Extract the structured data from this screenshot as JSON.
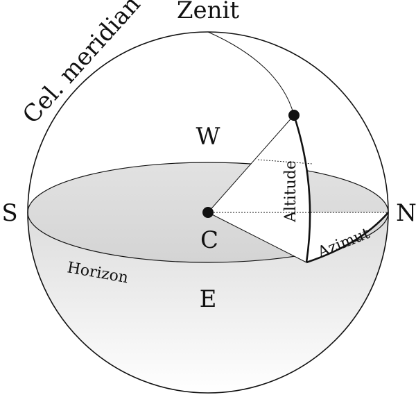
{
  "labels": {
    "zenith": "Zenit",
    "meridian": "Cel. meridian",
    "west": "W",
    "south": "S",
    "north": "N",
    "center": "C",
    "east": "E",
    "horizon": "Horizon",
    "altitude": "Altitude",
    "azimuth": "Azimut"
  },
  "colors": {
    "line": "#111111",
    "fill_horizon_top": "#e0e0e0",
    "fill_lower_top": "#e6e6e6",
    "fill_lower_bottom": "#ffffff"
  }
}
